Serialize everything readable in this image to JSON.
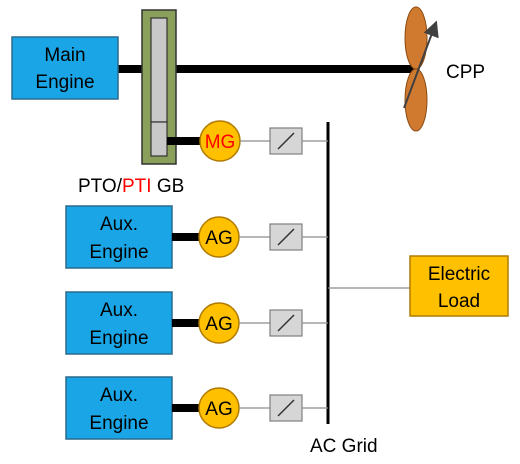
{
  "colors": {
    "engine_fill": "#1aa6e6",
    "engine_stroke": "#2b6a8c",
    "generator_fill": "#ffc000",
    "generator_stroke": "#b07a00",
    "load_fill": "#ffc000",
    "gearbox_outer": "#8aa05a",
    "gearbox_inner": "#c8c8c8",
    "shaft": "#000000",
    "switch_fill": "#d6d6d6",
    "switch_stroke": "#7f7f7f",
    "wire": "#8c8c8c",
    "mg_text": "#ff0000",
    "ag_text": "#000000",
    "propeller": "#d07a30"
  },
  "main_engine": {
    "line1": "Main",
    "line2": "Engine"
  },
  "gearbox": {
    "prefix": "PTO/",
    "highlight": "PTI",
    "suffix": " GB"
  },
  "propeller": {
    "label": "CPP"
  },
  "motor_generator": {
    "label": "MG"
  },
  "aux_engines": [
    {
      "line1": "Aux.",
      "line2": "Engine",
      "generator": "AG"
    },
    {
      "line1": "Aux.",
      "line2": "Engine",
      "generator": "AG"
    },
    {
      "line1": "Aux.",
      "line2": "Engine",
      "generator": "AG"
    }
  ],
  "electric_load": {
    "line1": "Electric",
    "line2": "Load"
  },
  "grid": {
    "label": "AC Grid"
  }
}
